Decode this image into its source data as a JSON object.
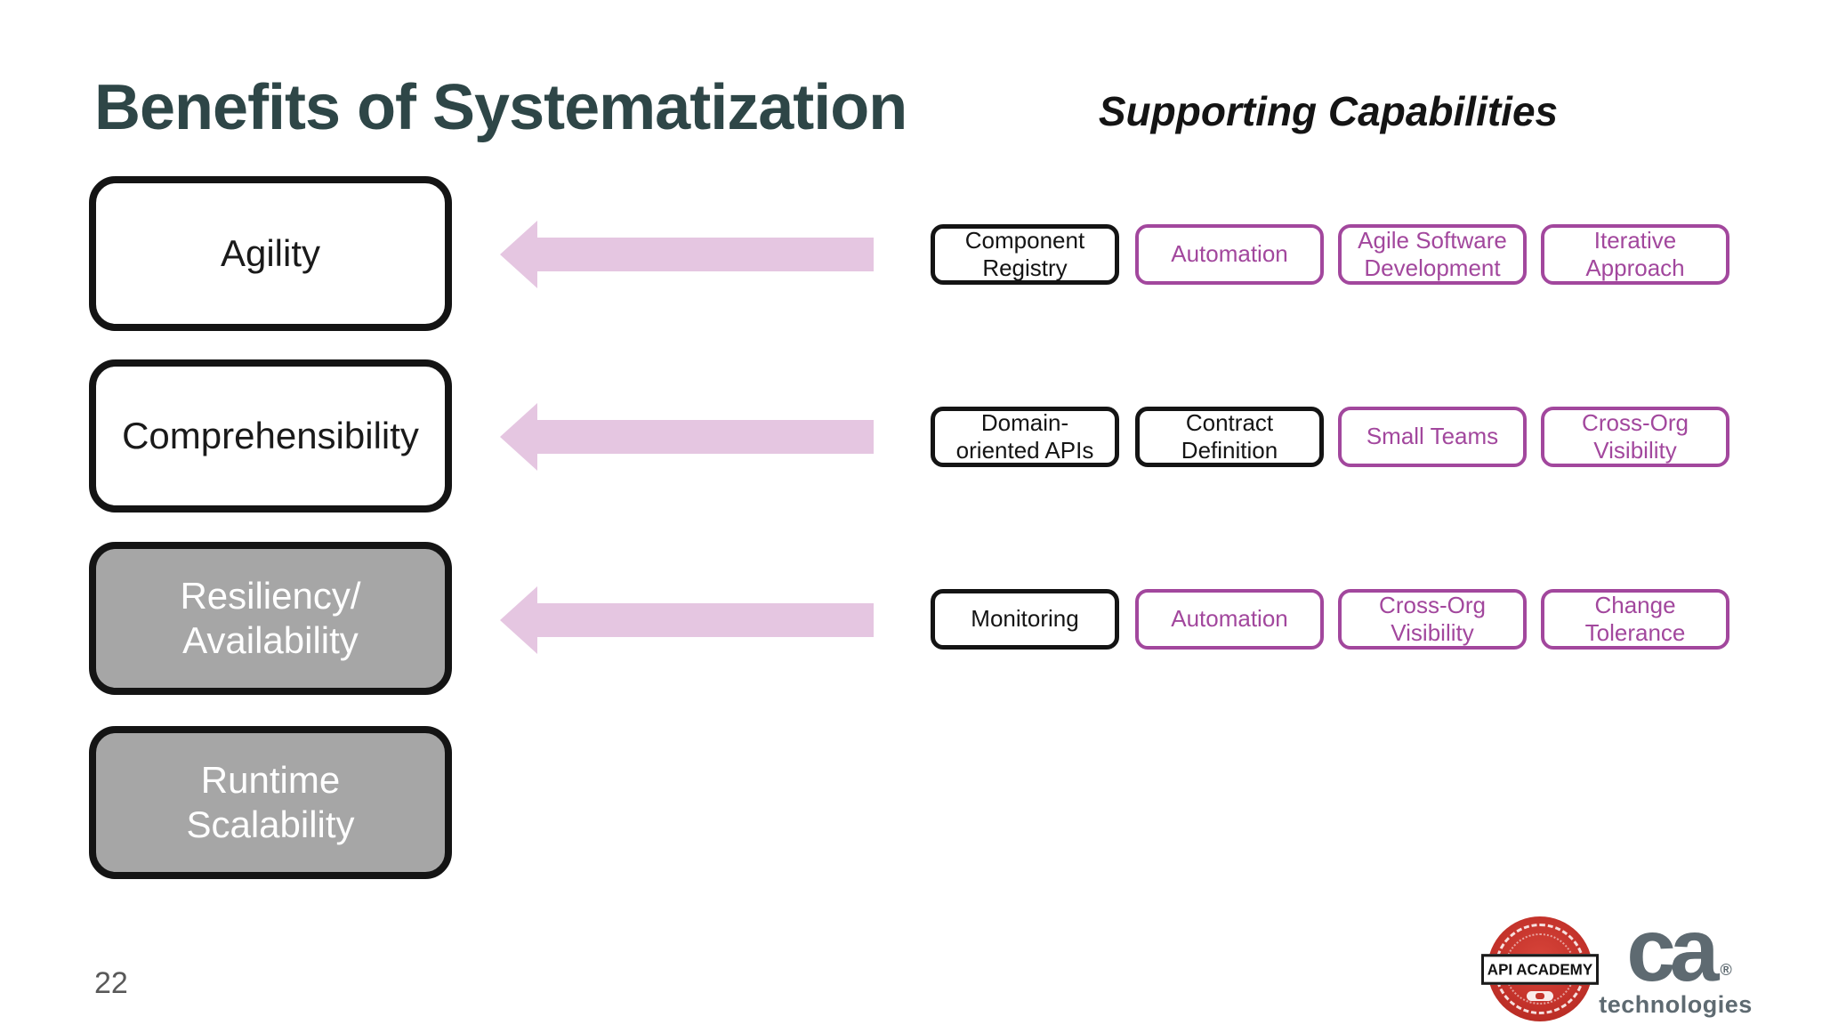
{
  "slide": {
    "title": "Benefits of Systematization",
    "right_heading": "Supporting Capabilities",
    "page_number": "22"
  },
  "benefits": [
    {
      "label": "Agility",
      "variant": "outline"
    },
    {
      "label": "Comprehensibility",
      "variant": "outline"
    },
    {
      "label": "Resiliency/\nAvailability",
      "variant": "filled"
    },
    {
      "label": "Runtime\nScalability",
      "variant": "filled"
    }
  ],
  "capabilities": {
    "rows": [
      {
        "items": [
          {
            "label": "Component\nRegistry",
            "variant": "black"
          },
          {
            "label": "Automation",
            "variant": "purple"
          },
          {
            "label": "Agile Software\nDevelopment",
            "variant": "purple"
          },
          {
            "label": "Iterative\nApproach",
            "variant": "purple"
          }
        ]
      },
      {
        "items": [
          {
            "label": "Domain-\noriented APIs",
            "variant": "black"
          },
          {
            "label": "Contract\nDefinition",
            "variant": "black"
          },
          {
            "label": "Small Teams",
            "variant": "purple"
          },
          {
            "label": "Cross-Org\nVisibility",
            "variant": "purple"
          }
        ]
      },
      {
        "items": [
          {
            "label": "Monitoring",
            "variant": "black"
          },
          {
            "label": "Automation",
            "variant": "purple"
          },
          {
            "label": "Cross-Org\nVisibility",
            "variant": "purple"
          },
          {
            "label": "Change\nTolerance",
            "variant": "purple"
          }
        ]
      }
    ]
  },
  "logos": {
    "api_academy": {
      "text": "API ACADEMY"
    },
    "ca": {
      "wordmark": "ca",
      "registered": "®",
      "subtext": "technologies"
    }
  },
  "colors": {
    "title": "#2E4647",
    "purple": "#A2479D",
    "arrow_pink": "#E5C6E1",
    "gray_fill": "#A6A6A6",
    "box_black": "#141414",
    "logo_gray": "#5E6A71",
    "badge_red": "#C4332B"
  }
}
